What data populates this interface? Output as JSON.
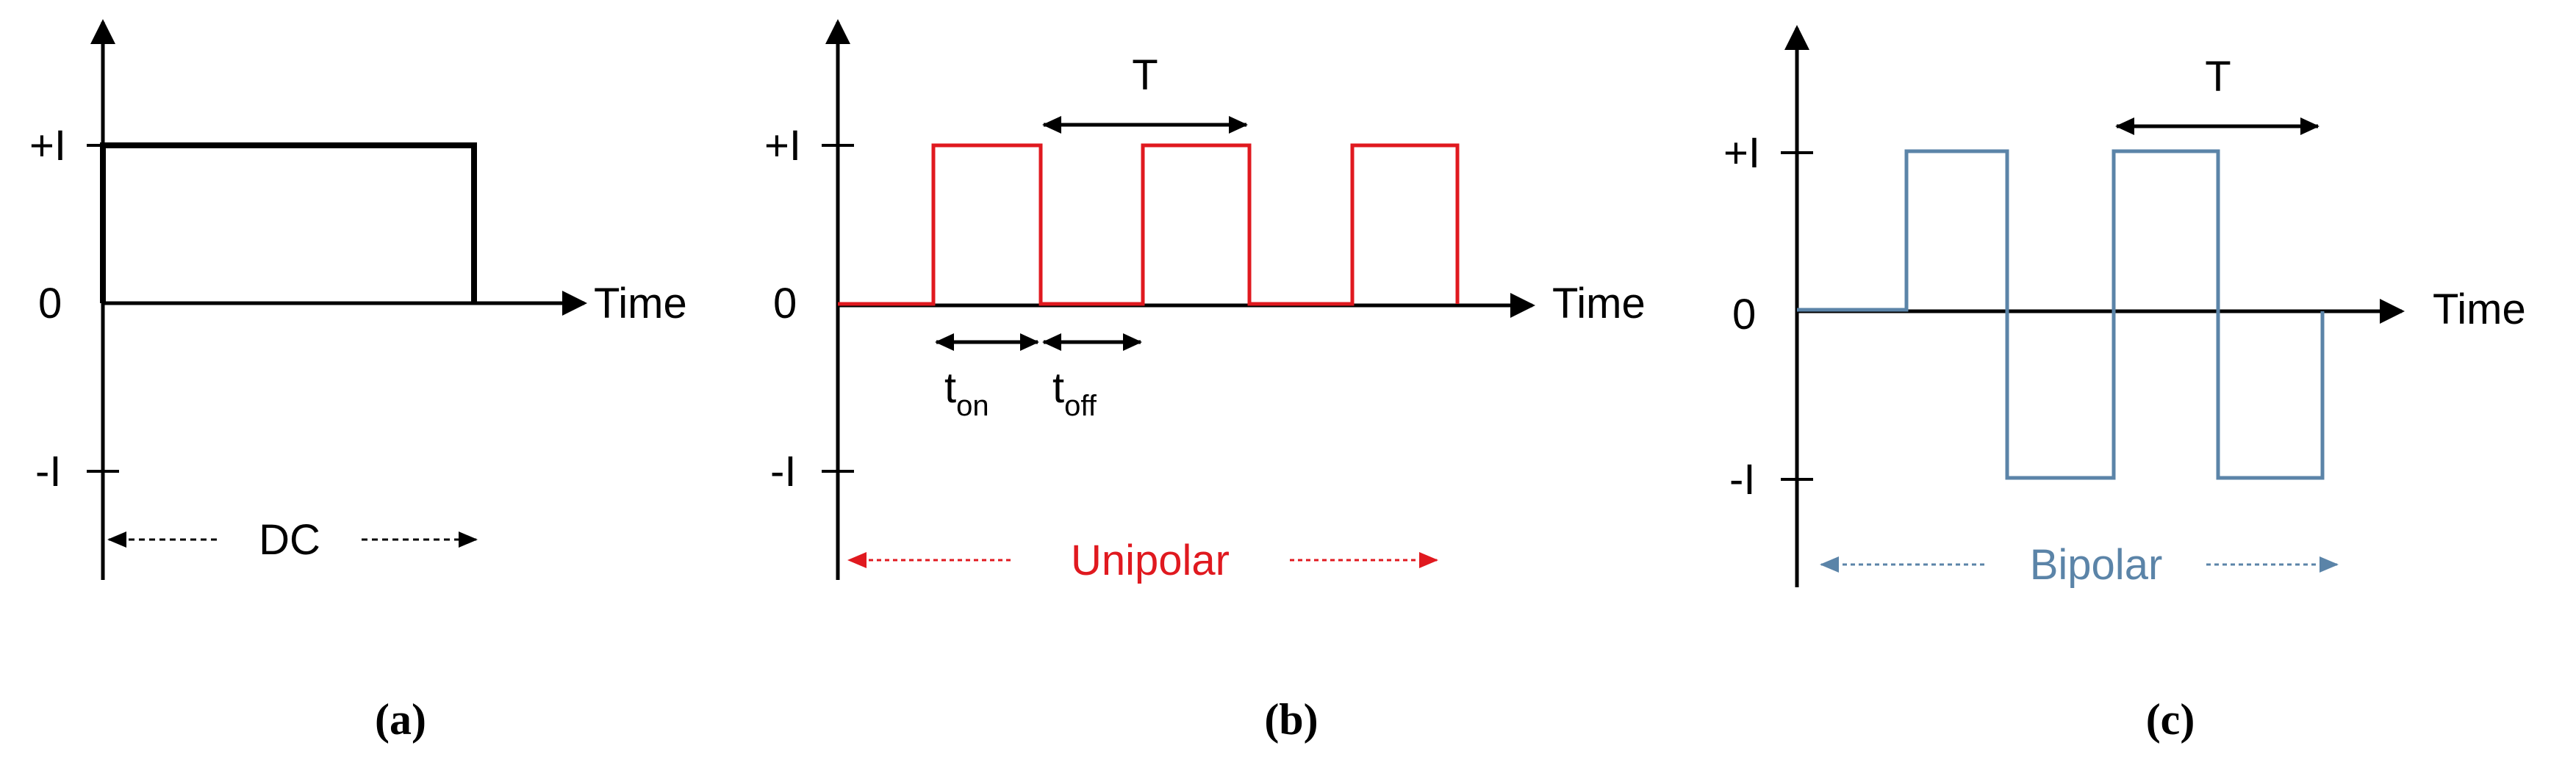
{
  "colors": {
    "axis": "#000000",
    "dc": "#000000",
    "unipolar": "#e0191f",
    "bipolar": "#5b84a8"
  },
  "panels": {
    "a": {
      "caption": "(a)",
      "y_ticks": [
        "+I",
        "0",
        "-I"
      ],
      "x_label": "Time",
      "span_label": "DC"
    },
    "b": {
      "caption": "(b)",
      "y_ticks": [
        "+I",
        "0",
        "-I"
      ],
      "x_label": "Time",
      "period_label": "T",
      "t_on": {
        "base": "t",
        "sub": "on"
      },
      "t_off": {
        "base": "t",
        "sub": "off"
      },
      "span_label": "Unipolar"
    },
    "c": {
      "caption": "(c)",
      "y_ticks": [
        "+I",
        "0",
        "-I"
      ],
      "x_label": "Time",
      "period_label": "T",
      "span_label": "Bipolar"
    }
  }
}
